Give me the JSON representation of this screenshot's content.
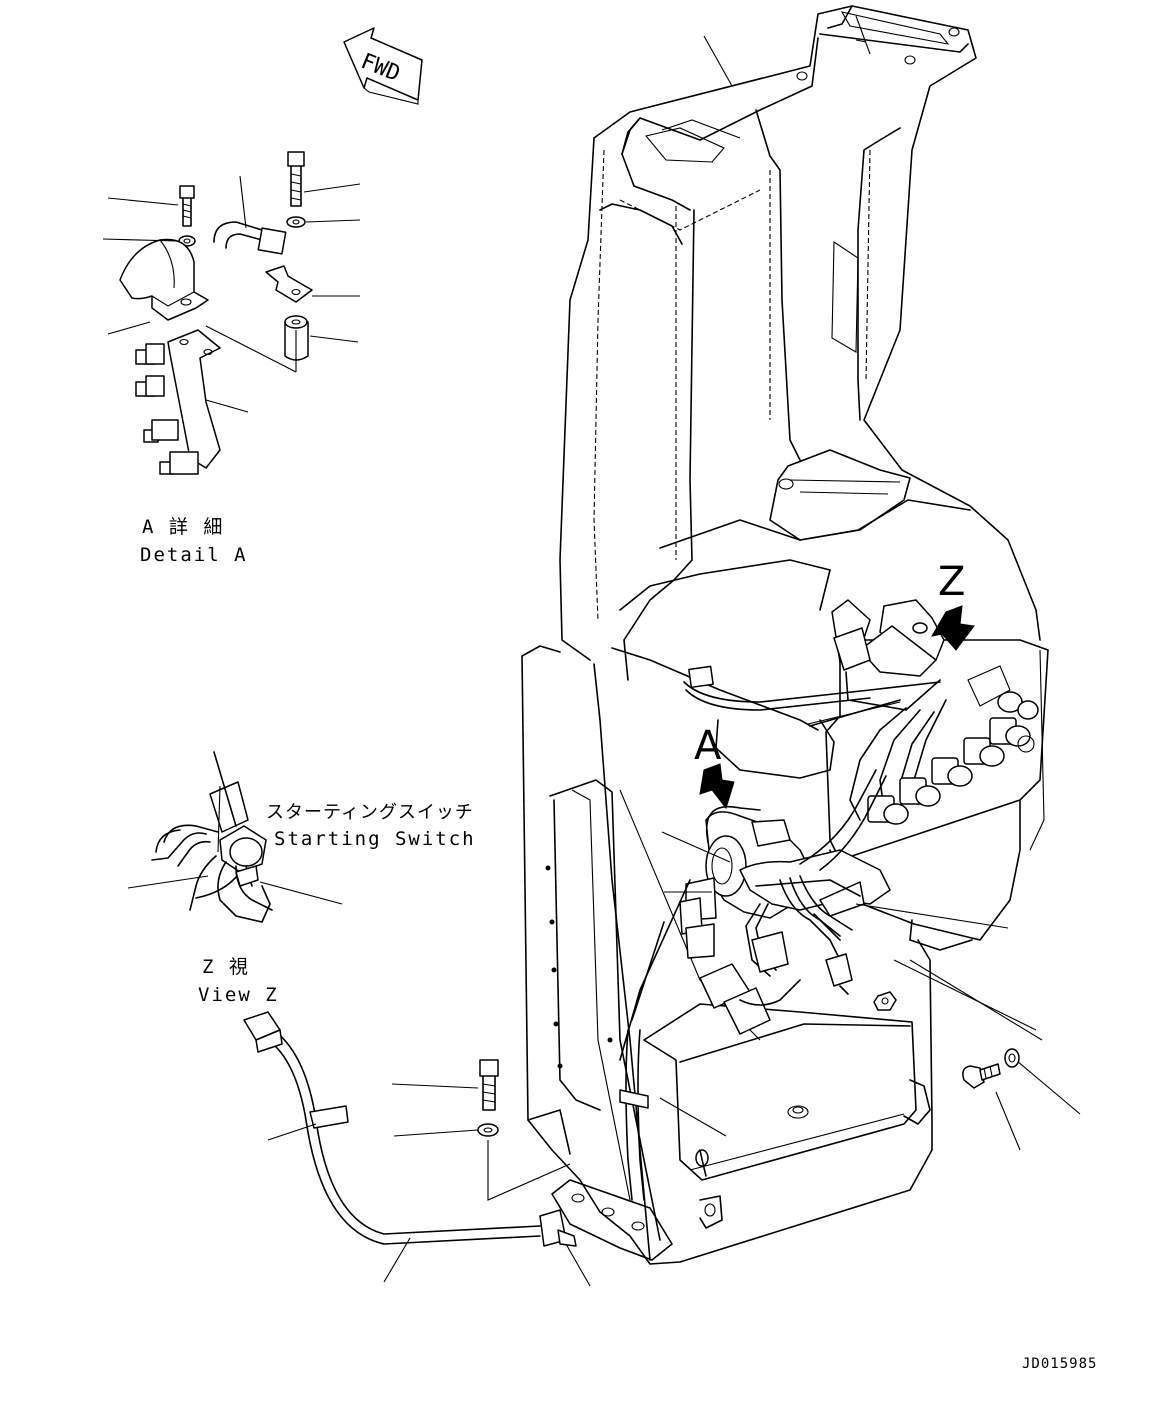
{
  "direction_arrow": {
    "text": "FWD"
  },
  "detail_a": {
    "title_jp": "A 詳 細",
    "title_en": "Detail A"
  },
  "view_z": {
    "title_jp": "Z 視",
    "title_en": "View Z"
  },
  "starting_switch": {
    "label_jp": "スターティングスイッチ",
    "label_en": "Starting Switch"
  },
  "view_markers": {
    "a": "A",
    "z": "Z"
  },
  "drawing_code": "JD015985"
}
